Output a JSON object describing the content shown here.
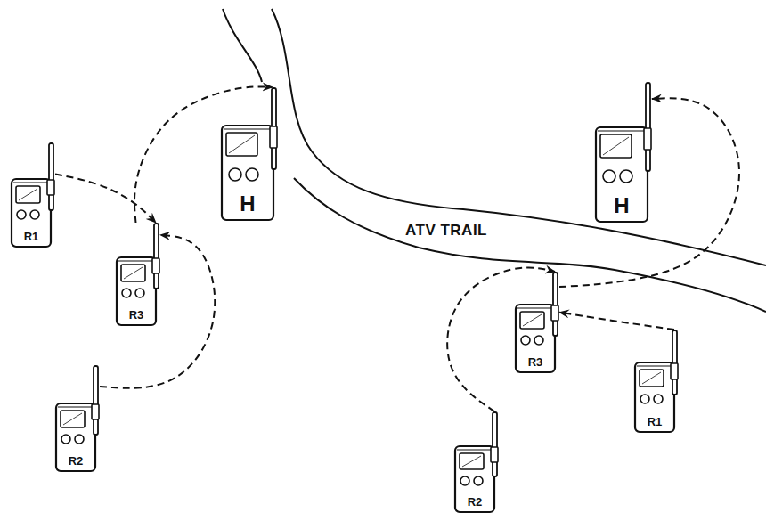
{
  "diagram": {
    "nodes": [
      {
        "text": [
          "H"
        ]
      },
      {
        "text": [
          "R1"
        ]
      },
      {
        "text": [
          "R3"
        ]
      },
      {
        "text": [
          "R2"
        ]
      },
      {
        "text": [
          "H"
        ]
      },
      {
        "text": [
          "R3"
        ]
      },
      {
        "text": [
          "R1"
        ]
      },
      {
        "text": [
          "R2"
        ]
      }
    ],
    "edges": [
      {
        "from": 1,
        "to": 2,
        "arrow": "to"
      },
      {
        "from": 3,
        "to": 2,
        "arrow": "to"
      },
      {
        "from": 2,
        "to": 0,
        "arrow": "to"
      },
      {
        "from": 6,
        "to": 5,
        "arrow": "to"
      },
      {
        "from": 7,
        "to": 5,
        "arrow": "to"
      },
      {
        "from": 5,
        "to": 4,
        "arrow": "to"
      }
    ],
    "labels": [
      "ATV TRAIL"
    ]
  }
}
